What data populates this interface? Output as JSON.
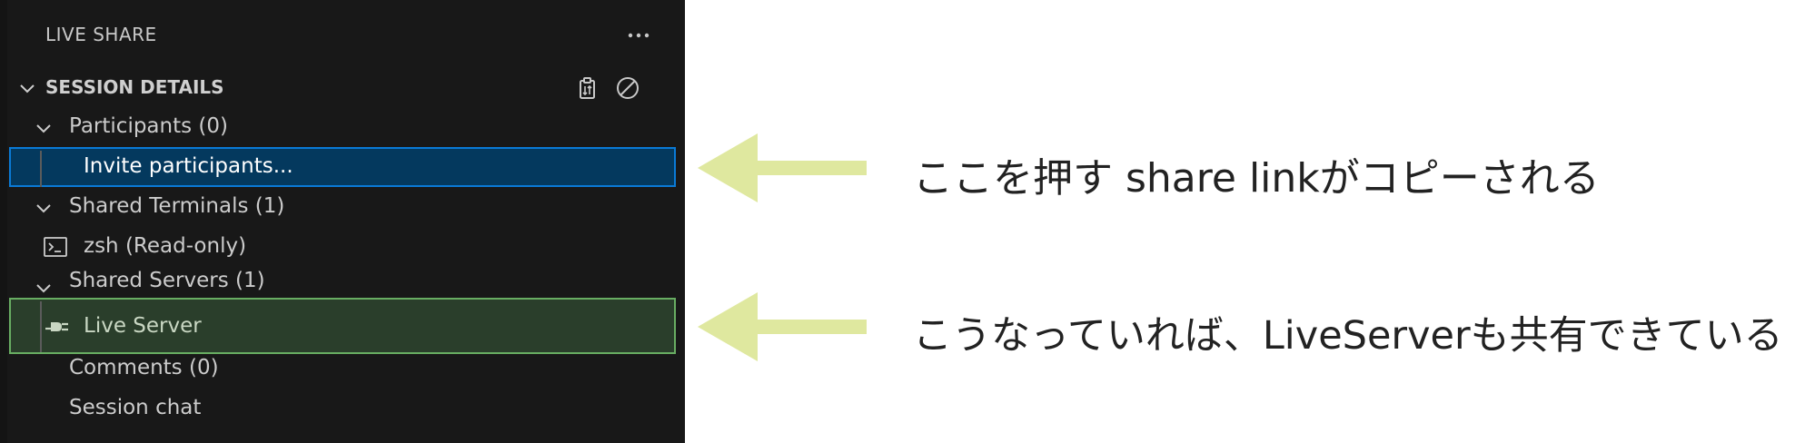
{
  "panel": {
    "title": "LIVE SHARE",
    "more_icon": "ellipsis-icon"
  },
  "section": {
    "label": "SESSION DETAILS",
    "actions": [
      "copy-icon",
      "stop-circle-icon"
    ]
  },
  "tree": {
    "participants": "Participants (0)",
    "invite": "Invite participants...",
    "shared_terminals": "Shared Terminals (1)",
    "terminal": "zsh (Read-only)",
    "shared_servers": "Shared Servers (1)",
    "server": "Live Server",
    "comments": "Comments (0)",
    "session_chat": "Session chat"
  },
  "annotations": {
    "invite_note": "ここを押す share linkがコピーされる",
    "server_note": "こうなっていれば、LiveServerも共有できている"
  },
  "colors": {
    "panel_bg": "#181818",
    "selected_bg": "#04395e",
    "selected_border": "#0a7ad6",
    "highlight_bg": "#2a3e2b",
    "highlight_border": "#68ad62",
    "arrow": "#dfe89f"
  }
}
